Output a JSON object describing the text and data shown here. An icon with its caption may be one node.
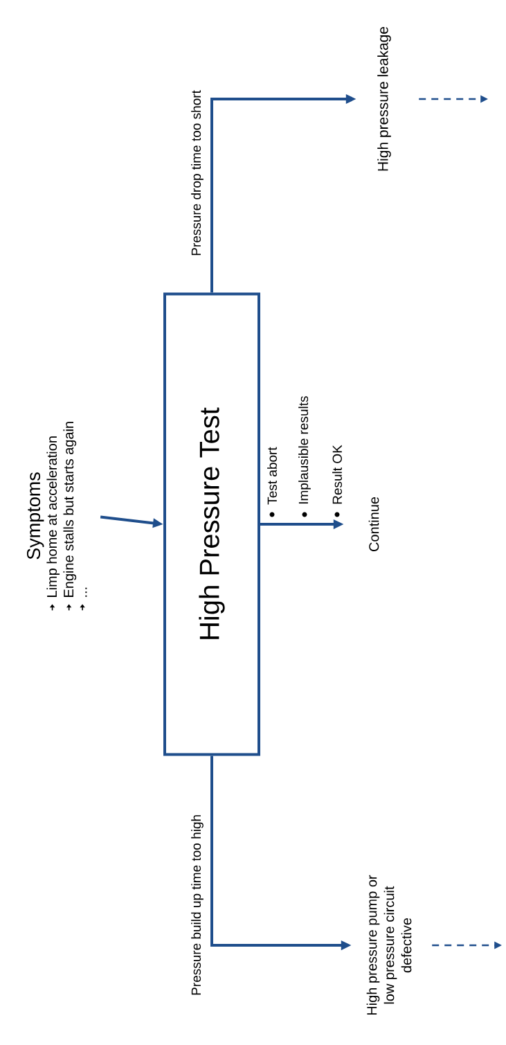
{
  "diagram": {
    "nodes": [
      {
        "text": [
          "Symptoms",
          "Limp home at acceleration",
          "Engine stalls but starts again",
          "..."
        ]
      },
      {
        "text": [
          "High Pressure Test"
        ]
      },
      {
        "text": [
          "High pressure leakage"
        ]
      },
      {
        "text": [
          "High pressure pump or low pressure circuit defective"
        ]
      },
      {
        "text": [
          "Continue"
        ]
      }
    ],
    "edges": [
      {
        "from": 0,
        "to": 1,
        "arrow": "to"
      },
      {
        "from": 1,
        "to": 2,
        "arrow": "to",
        "label": "Pressure drop time too short"
      },
      {
        "from": 1,
        "to": 3,
        "arrow": "to",
        "label": "Pressure build up time too high"
      },
      {
        "from": 1,
        "to": 4,
        "arrow": "to"
      },
      {
        "from": 2,
        "to": null,
        "arrow": "to",
        "style": "dashed"
      },
      {
        "from": 3,
        "to": null,
        "arrow": "to",
        "style": "dashed"
      }
    ],
    "labels": [
      "Test abort",
      "Implausible results",
      "Result OK"
    ]
  }
}
